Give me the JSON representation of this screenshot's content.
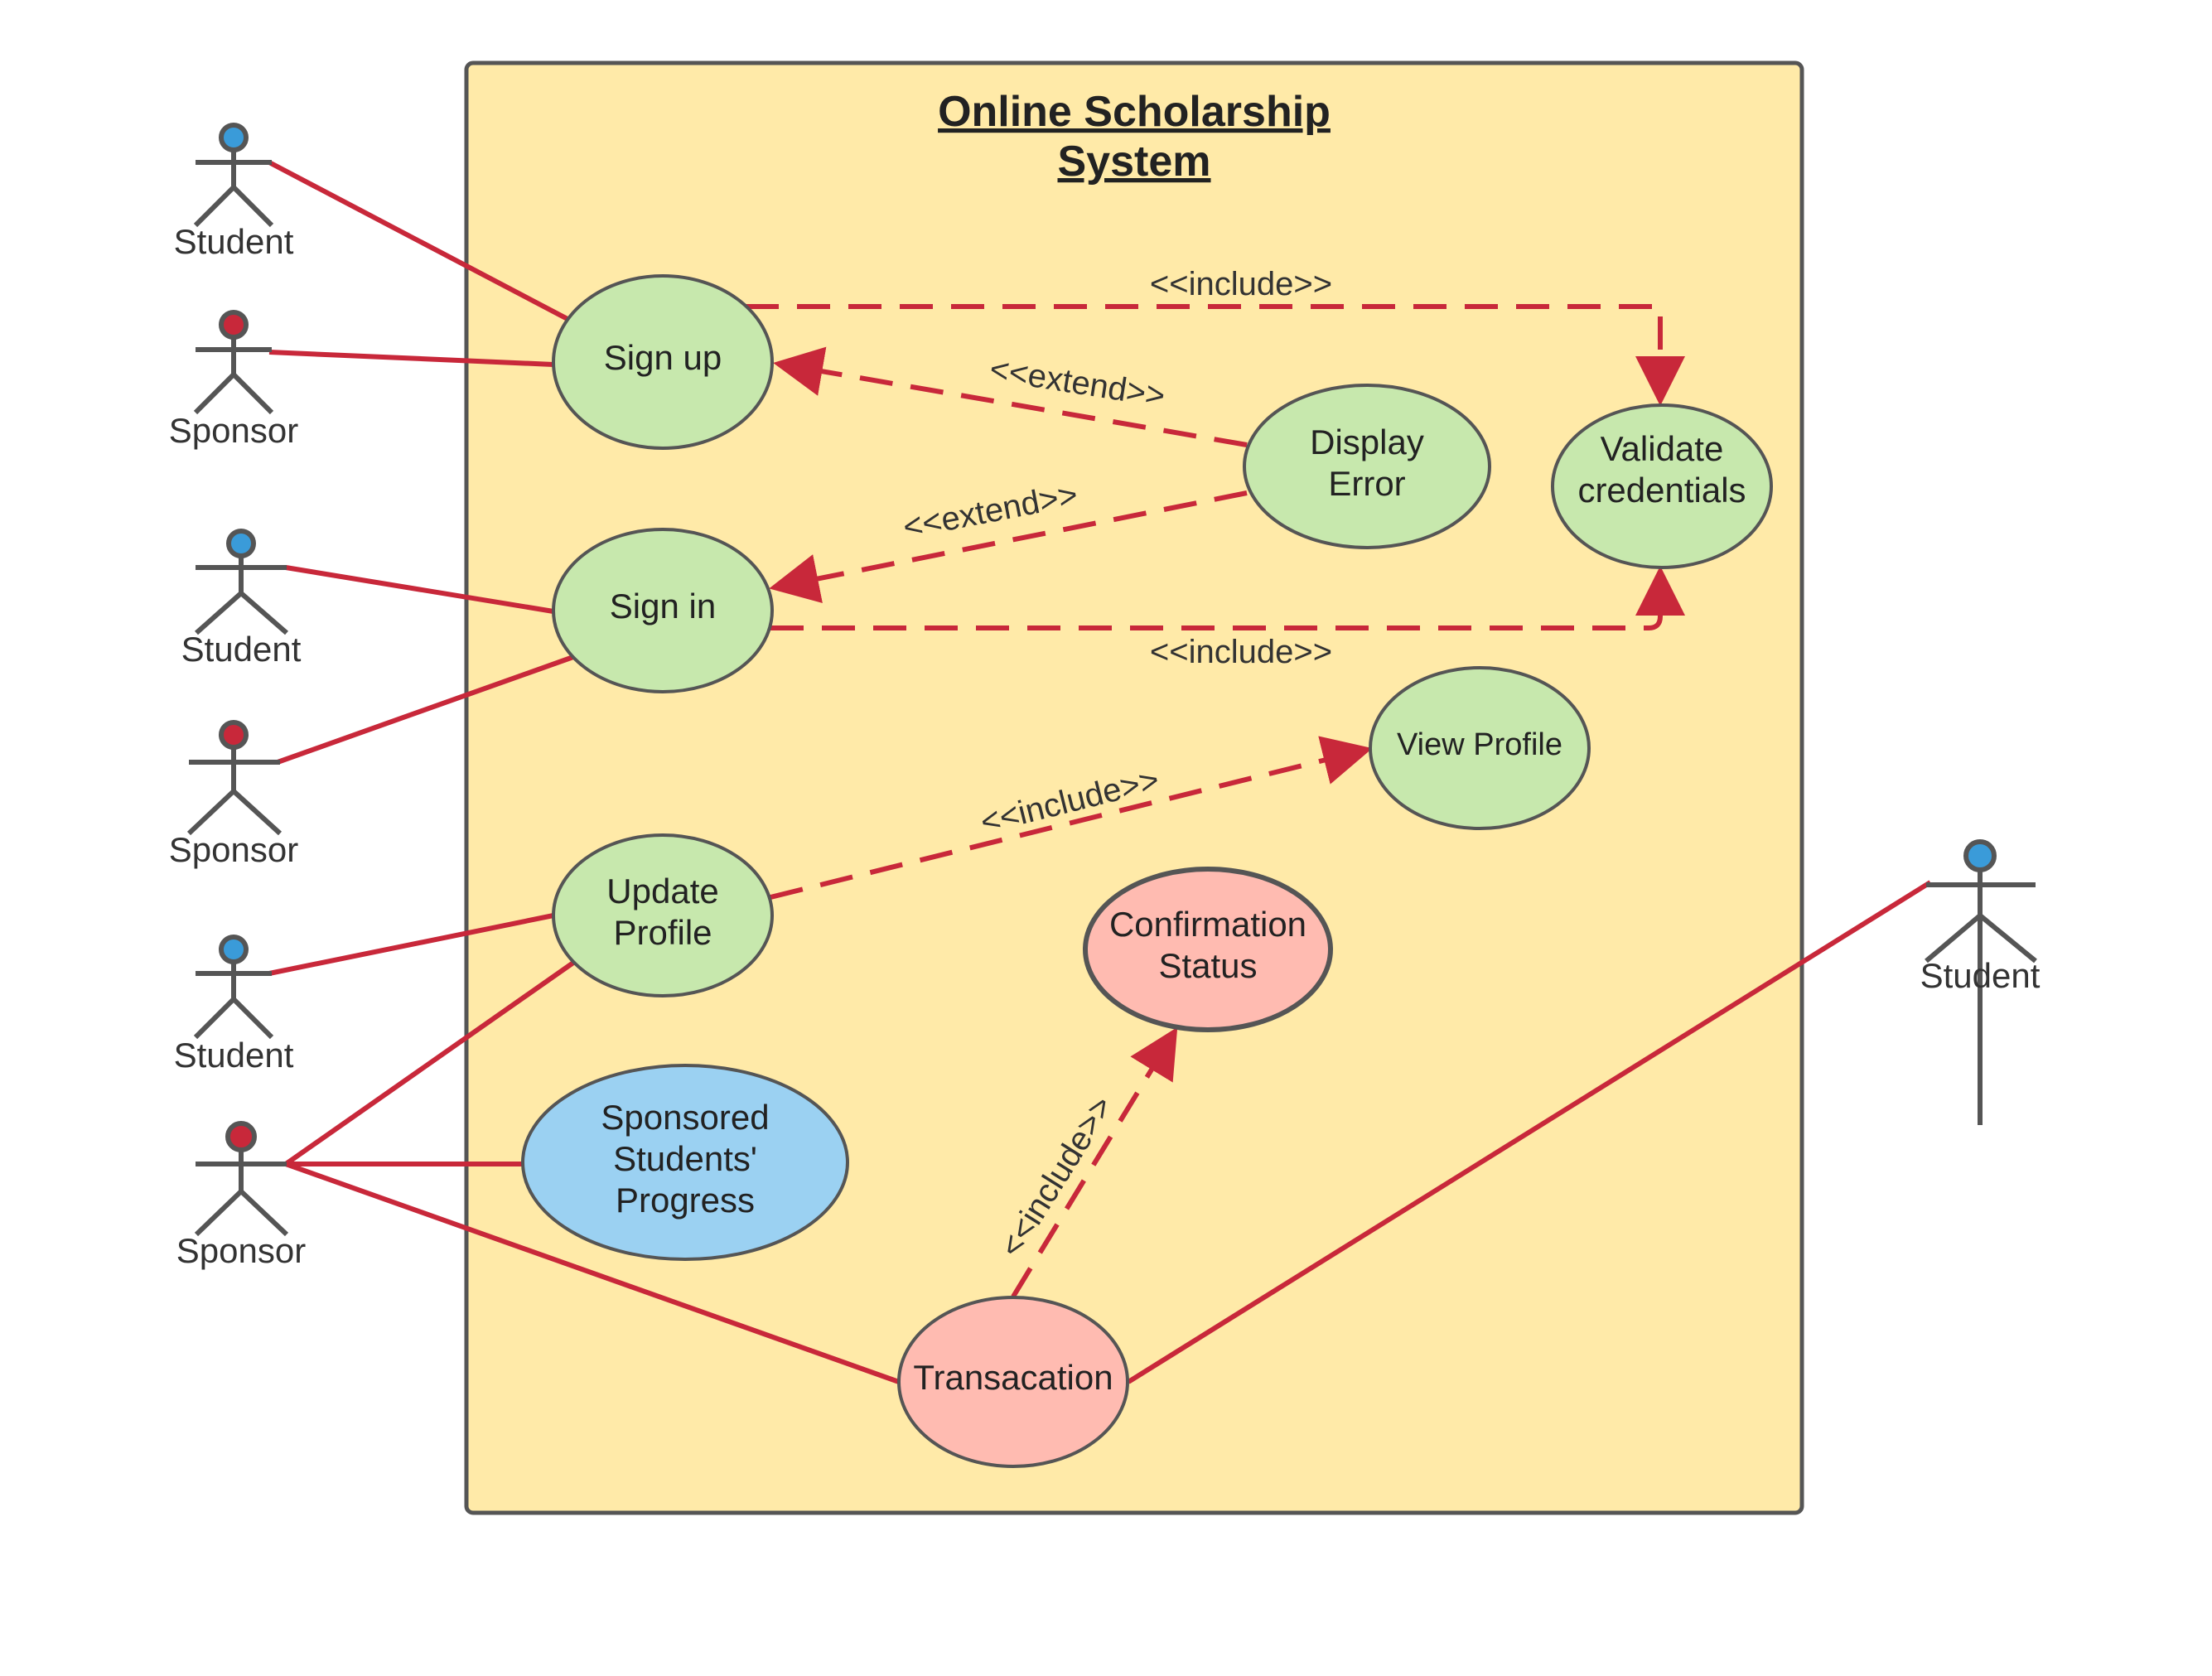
{
  "system": {
    "title_line1": "Online Scholarship",
    "title_line2": "System"
  },
  "actors": [
    {
      "id": "student-1",
      "label": "Student",
      "head_color": "#3a9bd9"
    },
    {
      "id": "sponsor-1",
      "label": "Sponsor",
      "head_color": "#c8283a"
    },
    {
      "id": "student-2",
      "label": "Student",
      "head_color": "#3a9bd9"
    },
    {
      "id": "sponsor-2",
      "label": "Sponsor",
      "head_color": "#c8283a"
    },
    {
      "id": "student-3",
      "label": "Student",
      "head_color": "#3a9bd9"
    },
    {
      "id": "sponsor-3",
      "label": "Sponsor",
      "head_color": "#c8283a"
    },
    {
      "id": "student-4",
      "label": "Student",
      "head_color": "#3a9bd9"
    }
  ],
  "use_cases": {
    "sign_up": {
      "line1": "Sign up"
    },
    "display_error": {
      "line1": "Display",
      "line2": "Error"
    },
    "validate": {
      "line1": "Validate",
      "line2": "credentials"
    },
    "sign_in": {
      "line1": "Sign in"
    },
    "view_profile": {
      "line1": "View Profile"
    },
    "update_profile": {
      "line1": "Update",
      "line2": "Profile"
    },
    "confirmation": {
      "line1": "Confirmation",
      "line2": "Status"
    },
    "sponsored": {
      "line1": "Sponsored",
      "line2": "Students'",
      "line3": "Progress"
    },
    "transaction": {
      "line1": "Transacation"
    }
  },
  "relations": {
    "include_signup": "<<include>>",
    "extend_signup": "<<extend>>",
    "extend_signin": "<<extend>>",
    "include_signin": "<<include>>",
    "include_update": "<<include>>",
    "include_transaction": "<<include>>"
  },
  "colors": {
    "boundary_fill": "#ffeaa8",
    "boundary_stroke": "#555555",
    "green": "#c7e8ad",
    "blue": "#9bd1f2",
    "pink": "#ffbbb1",
    "line": "#c8283a",
    "actor_stroke": "#555555"
  }
}
